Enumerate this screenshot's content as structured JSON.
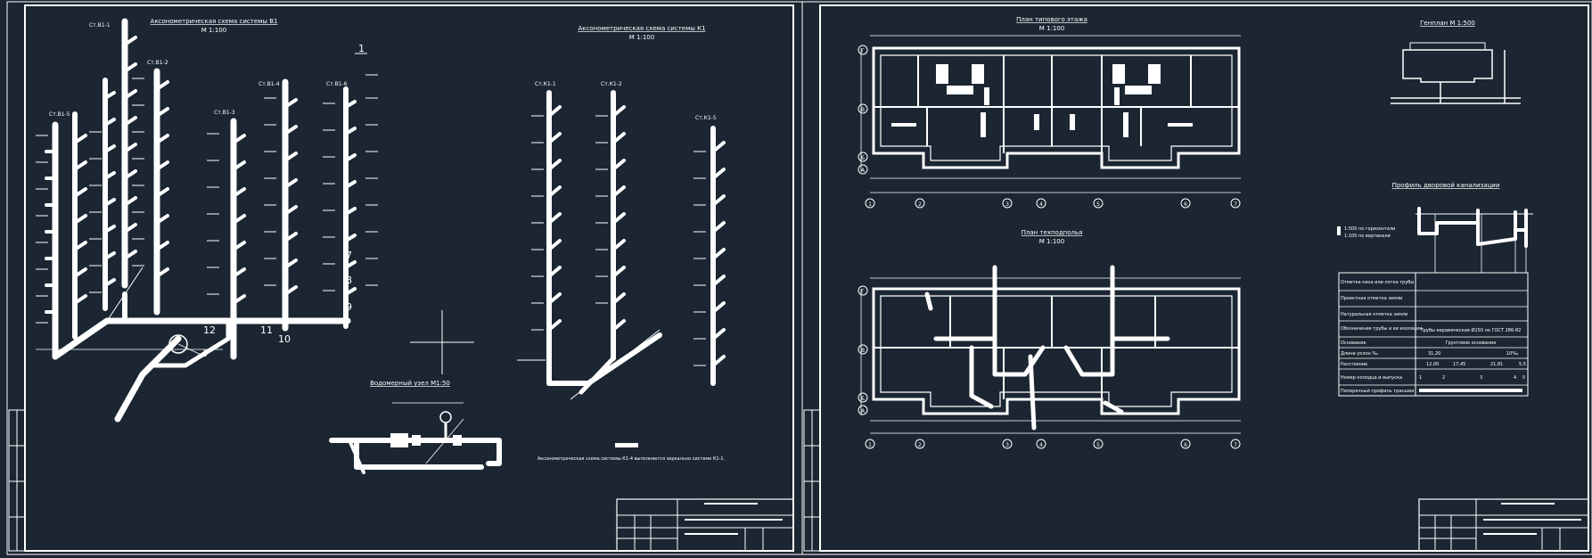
{
  "sheet1": {
    "title_b1": "Аксонометрическая схема системы  В1",
    "scale_b1": "М 1:100",
    "title_k1": "Аксонометрическая схема системы  К1",
    "scale_k1": "М 1:100",
    "title_node": "Водомерный узел М1:50",
    "note": "Аксонометрическая схема системы К1-4 выполняется зеркально системе К1-1.",
    "risers_b": [
      "Ст.В1-1",
      "Ст.В1-2",
      "Ст.В1-3",
      "Ст.В1-4",
      "Ст.В1-5",
      "Ст.В1-6"
    ],
    "risers_k": [
      "Ст.К1-1",
      "Ст.К1-2",
      "Ст.К1-5"
    ],
    "node_labels": [
      "1",
      "12",
      "11",
      "10",
      "9",
      "8",
      "7",
      "У"
    ]
  },
  "sheet2": {
    "title_plan_typical": "План типового этажа",
    "scale_plan_typical": "М 1:100",
    "title_plan_basement": "План техподполья",
    "scale_plan_basement": "М 1:100",
    "title_genplan": "Генплан  М 1:500",
    "title_profile": "Профиль дворовой канализации",
    "profile_scale_h": "1:500 по горизонтали",
    "profile_scale_v": "1:100 по вертикали",
    "axes_letters": [
      "Г",
      "В",
      "Б",
      "А"
    ],
    "axes_numbers": [
      "1",
      "2",
      "3",
      "4",
      "5",
      "6",
      "7"
    ],
    "table_rows": [
      "Отметка низа или лотка трубы",
      "Проектная отметка земли",
      "Натуральная отметка земли",
      "Обозначение трубы и ее изоляции",
      "Основание",
      "Длина              уклон ‰",
      "Расстояние",
      "Номер колодца и выпуска",
      "Поперечный профиль траншеи"
    ],
    "pipe_spec": "Трубы керамические Ø150 по ГОСТ 286-82",
    "base_spec": "Грунтовое основание",
    "length_values": [
      "31,20",
      "10‰"
    ],
    "distance_values": [
      "12,00",
      "17,45",
      "21,81",
      "5,5"
    ],
    "well_numbers": [
      "1",
      "2",
      "3",
      "4",
      "5"
    ]
  },
  "colors": {
    "background": "#1b2632",
    "lines": "#ffffff"
  }
}
